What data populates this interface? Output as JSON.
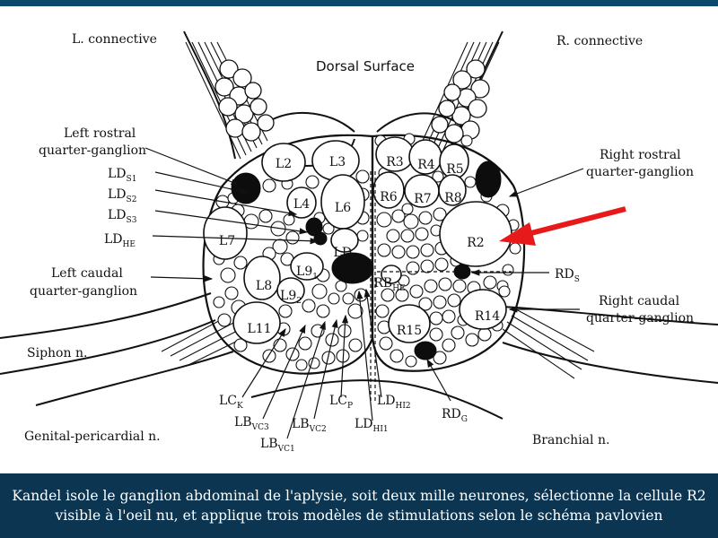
{
  "colors": {
    "top_bar": "#0b4a6d",
    "caption_bg": "#0b3550",
    "caption_text": "#ffffff",
    "arrow": "#e8191b",
    "ink": "#111111"
  },
  "diagram": {
    "header": "Dorsal Surface",
    "left_labels": {
      "l_connective": "L. connective",
      "left_rostral_line1": "Left rostral",
      "left_rostral_line2": "quarter-ganglion",
      "lds1": "LD",
      "lds1_sub": "S1",
      "lds2": "LD",
      "lds2_sub": "S2",
      "lds3": "LD",
      "lds3_sub": "S3",
      "ldhe": "LD",
      "ldhe_sub": "HE",
      "left_caudal_line1": "Left caudal",
      "left_caudal_line2": "quarter-ganglion",
      "siphon": "Siphon n.",
      "genital": "Genital-pericardial n."
    },
    "right_labels": {
      "r_connective": "R. connective",
      "right_rostral_line1": "Right rostral",
      "right_rostral_line2": "quarter-ganglion",
      "rds": "RD",
      "rds_sub": "S",
      "right_caudal_line1": "Right caudal",
      "right_caudal_line2": "quarter-ganglion",
      "branchial": "Branchial n."
    },
    "bottom_labels": {
      "lck": "LC",
      "lck_sub": "K",
      "lbvc3": "LB",
      "lbvc3_sub": "VC3",
      "lbvc1": "LB",
      "lbvc1_sub": "VC1",
      "lbvc2": "LB",
      "lbvc2_sub": "VC2",
      "lcp": "LC",
      "lcp_sub": "P",
      "ldhi2": "LD",
      "ldhi2_sub": "HI2",
      "ldhi1": "LD",
      "ldhi1_sub": "HI1",
      "rdg": "RD",
      "rdg_sub": "G"
    },
    "cells": {
      "l2": "L2",
      "l3": "L3",
      "l4": "L4",
      "l6": "L6",
      "l7": "L7",
      "l8": "L8",
      "l9_1": "L9",
      "l9_1_sub": "1",
      "l9_2": "L9",
      "l9_2_sub": "2",
      "l11": "L11",
      "ldg": "LD",
      "ldg_sub": "G",
      "r3": "R3",
      "r4": "R4",
      "r5": "R5",
      "r6": "R6",
      "r7": "R7",
      "r8": "R8",
      "r2": "R2",
      "rbhe": "RB",
      "rbhe_sub": "HE",
      "r14": "R14",
      "r15": "R15"
    }
  },
  "caption": {
    "line1": "Kandel isole le ganglion abdominal de l'aplysie, soit deux mille neurones, sélectionne la cellule R2",
    "line2": "visible à l'oeil nu, et applique trois modèles de stimulations selon le schéma pavlovien"
  }
}
